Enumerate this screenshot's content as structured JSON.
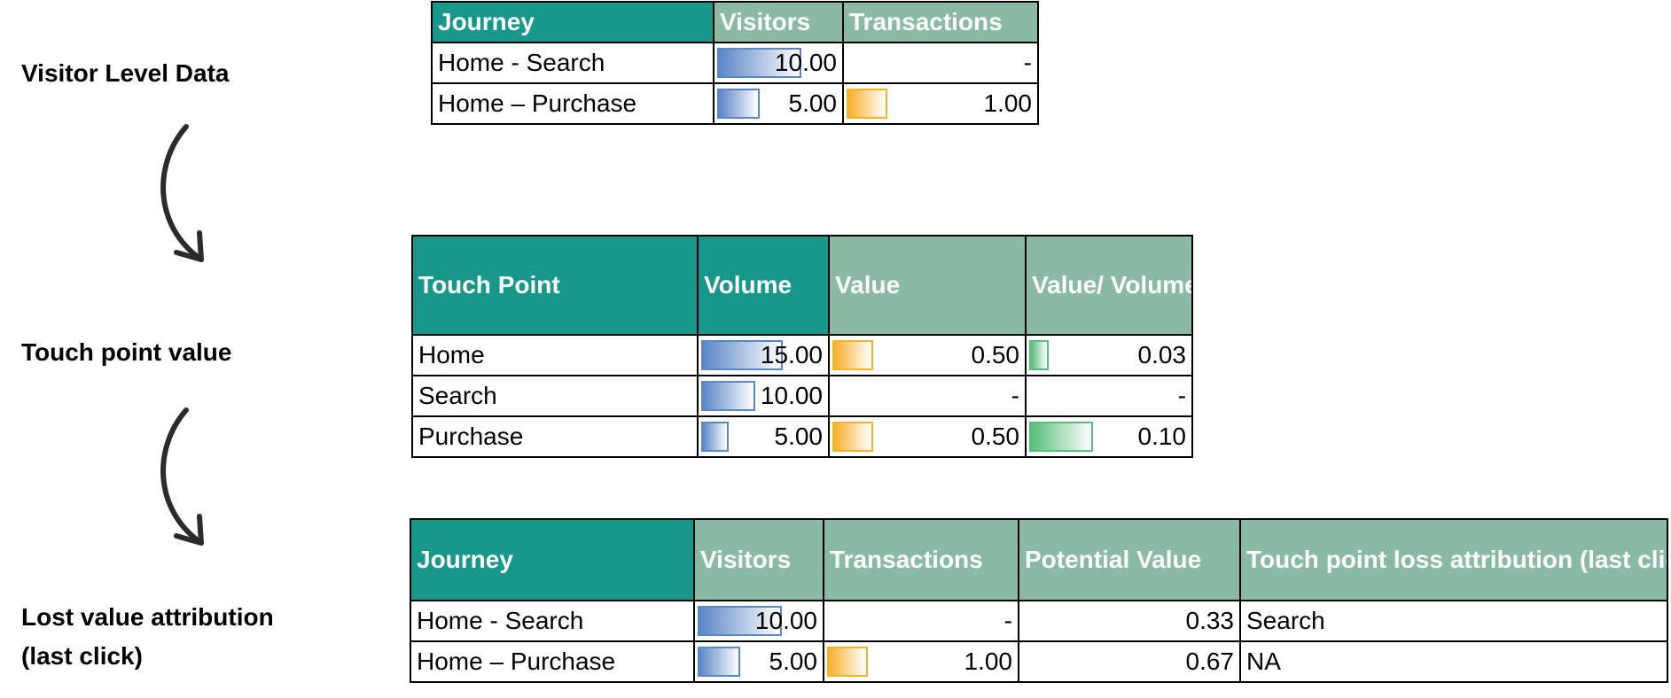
{
  "labels": {
    "visitor_level": "Visitor Level Data",
    "touch_point_value": "Touch point value",
    "lost_value_line1": "Lost value attribution",
    "lost_value_line2": "(last click)"
  },
  "colors": {
    "header_dark": "#17988a",
    "header_light": "#8ab9a4",
    "bar_blue": "#5a86c6",
    "bar_orange": "#f7b12b",
    "bar_green": "#57bd7a"
  },
  "table1": {
    "headers": [
      "Journey",
      "Visitors",
      "Transactions"
    ],
    "rows": [
      {
        "journey": "Home - Search",
        "visitors": "10.00",
        "visitors_fill": 1.0,
        "transactions": "-",
        "transactions_fill": 0
      },
      {
        "journey": "Home – Purchase",
        "visitors": "5.00",
        "visitors_fill": 0.5,
        "transactions": "1.00",
        "transactions_fill": 1.0
      }
    ]
  },
  "table2": {
    "headers": [
      "Touch Point",
      "Volume",
      "Value",
      "Value/ Volume"
    ],
    "rows": [
      {
        "touch_point": "Home",
        "volume": "15.00",
        "volume_fill": 1.0,
        "value": "0.50",
        "value_fill": 1.0,
        "ratio": "0.03",
        "ratio_fill": 0.3
      },
      {
        "touch_point": "Search",
        "volume": "10.00",
        "volume_fill": 0.667,
        "value": "-",
        "value_fill": 0,
        "ratio": "-",
        "ratio_fill": 0
      },
      {
        "touch_point": "Purchase",
        "volume": "5.00",
        "volume_fill": 0.333,
        "value": "0.50",
        "value_fill": 1.0,
        "ratio": "0.10",
        "ratio_fill": 1.0
      }
    ]
  },
  "table3": {
    "headers": [
      "Journey",
      "Visitors",
      "Transactions",
      "Potential Value",
      "Touch point loss attribution (last click)"
    ],
    "rows": [
      {
        "journey": "Home - Search",
        "visitors": "10.00",
        "visitors_fill": 1.0,
        "transactions": "-",
        "transactions_fill": 0,
        "potential": "0.33",
        "attribution": "Search"
      },
      {
        "journey": "Home – Purchase",
        "visitors": "5.00",
        "visitors_fill": 0.5,
        "transactions": "1.00",
        "transactions_fill": 1.0,
        "potential": "0.67",
        "attribution": "NA"
      }
    ]
  }
}
